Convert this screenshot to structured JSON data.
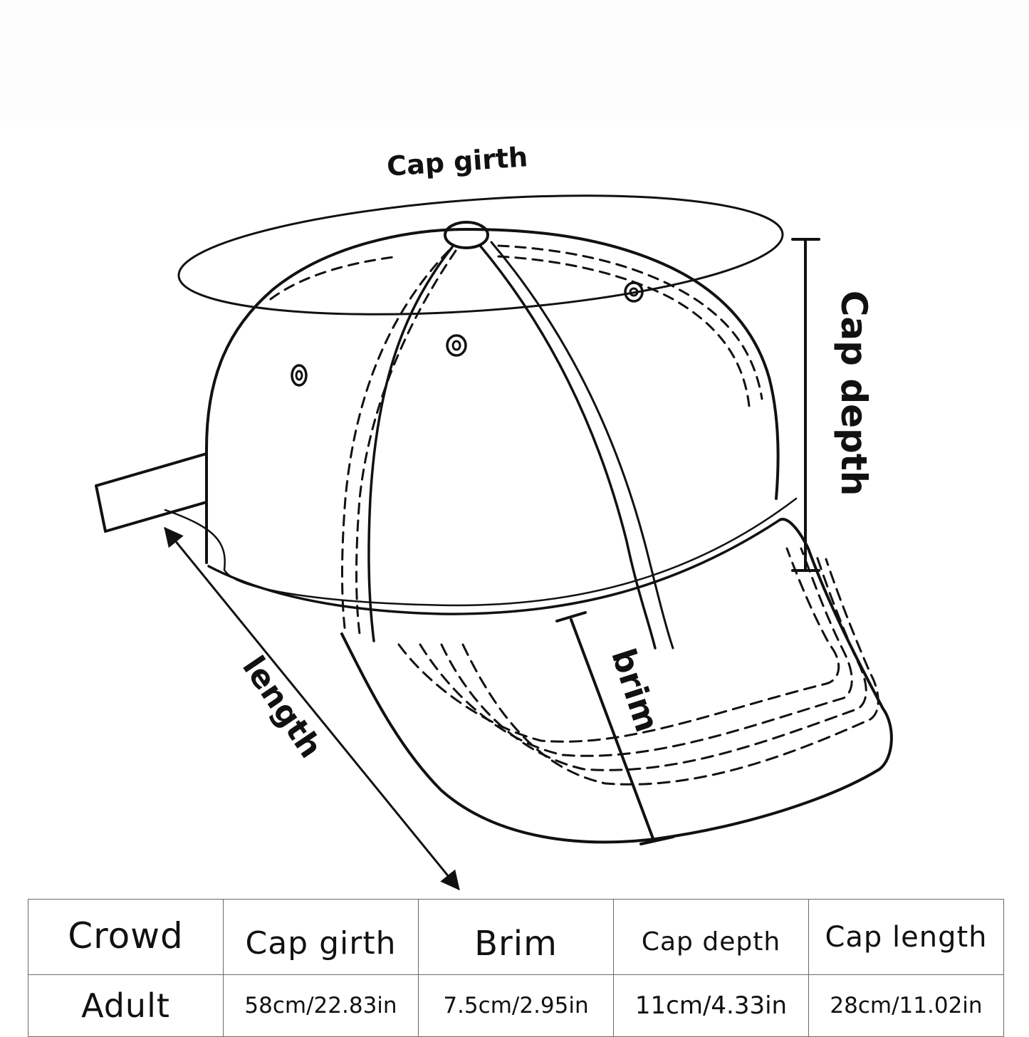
{
  "diagram": {
    "labels": {
      "cap_girth": "Cap girth",
      "cap_depth": "Cap depth",
      "brim": "brim",
      "length": "length"
    }
  },
  "table": {
    "headers": [
      "Crowd",
      "Cap girth",
      "Brim",
      "Cap depth",
      "Cap length"
    ],
    "rows": [
      {
        "crowd": "Adult",
        "cap_girth": "58cm/22.83in",
        "brim": "7.5cm/2.95in",
        "cap_depth": "11cm/4.33in",
        "cap_length": "28cm/11.02in"
      }
    ]
  },
  "colors": {
    "line": "#111111",
    "background": "#ffffff",
    "table_border": "#6a6a6a"
  }
}
